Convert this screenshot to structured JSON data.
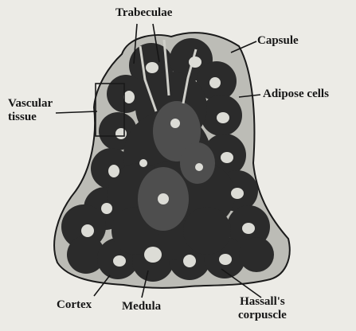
{
  "diagram": {
    "labels": {
      "trabeculae": "Trabeculae",
      "capsule": "Capsule",
      "adipose_cells": "Adipose cells",
      "vascular_tissue": [
        "Vascular",
        "tissue"
      ],
      "cortex": "Cortex",
      "medula": "Medula",
      "hassalls_corpuscle": [
        "Hassall's",
        "corpuscle"
      ]
    },
    "colors": {
      "background": "#ecebe6",
      "adipose_region": "#bcbcb6",
      "lobule_dark": "#2b2b2b",
      "medulla": "#555555",
      "corpuscle": "#dcdcd6",
      "outline": "#1a1a1a"
    }
  }
}
